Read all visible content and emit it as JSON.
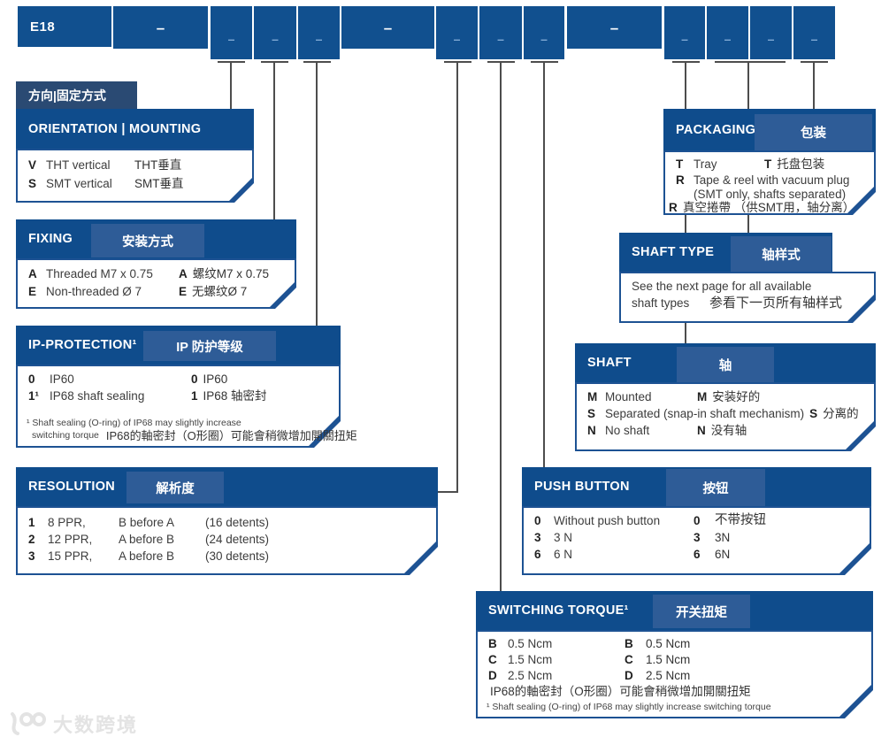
{
  "colors": {
    "header_blue": "#0f4c8c",
    "chip_blue": "#2e5c97",
    "tab_navy": "#2a4a73",
    "border_blue": "#1d5293",
    "slot_dash": "#7fa9d4",
    "line_gray": "#4d4d4d",
    "watermark_gray": "#e3e3e3"
  },
  "top_bar": {
    "prefix": "E18",
    "separator": "–",
    "slot": "–"
  },
  "boxes": {
    "orientation": {
      "tab": "方向|固定方式",
      "title": "ORIENTATION | MOUNTING",
      "rows": [
        {
          "code": "V",
          "en": "THT vertical",
          "cn": "THT垂直"
        },
        {
          "code": "S",
          "en": "SMT vertical",
          "cn": "SMT垂直"
        }
      ]
    },
    "fixing": {
      "title": "FIXING",
      "cn": "安装方式",
      "rows": [
        {
          "code": "A",
          "en": "Threaded M7 x 0.75",
          "code2": "A",
          "cn": "螺纹M7 x 0.75"
        },
        {
          "code": "E",
          "en": "Non-threaded Ø 7",
          "code2": "E",
          "cn": "无螺纹Ø 7"
        }
      ]
    },
    "ip": {
      "title": "IP-PROTECTION¹",
      "cn": "IP 防护等级",
      "rows": [
        {
          "code": "0",
          "en": "IP60",
          "code2": "0",
          "cn": "IP60"
        },
        {
          "code": "1¹",
          "en": "IP68 shaft sealing",
          "code2": "1",
          "cn": "IP68 轴密封"
        }
      ],
      "footnote_en_1": "¹ Shaft sealing (O-ring) of IP68 may slightly increase",
      "footnote_en_2": "switching torque",
      "footnote_cn": "IP68的軸密封（O形圈）可能會稍微增加開關扭矩"
    },
    "resolution": {
      "title": "RESOLUTION",
      "cn": "解析度",
      "rows": [
        {
          "code": "1",
          "ppr": "8 PPR,",
          "order": "B before A",
          "detents": "(16 detents)"
        },
        {
          "code": "2",
          "ppr": "12 PPR,",
          "order": "A before B",
          "detents": "(24 detents)"
        },
        {
          "code": "3",
          "ppr": "15 PPR,",
          "order": "A before B",
          "detents": "(30 detents)"
        }
      ]
    },
    "packaging": {
      "title": "PACKAGING",
      "cn": "包装",
      "row1": {
        "code": "T",
        "en": "Tray",
        "code2": "T",
        "cn": "托盘包装"
      },
      "row2": {
        "code": "R",
        "en": "Tape & reel with vacuum plug"
      },
      "row3": "(SMT only, shafts separated)",
      "row4": {
        "code": "R",
        "cn": "真空捲帶 （供SMT用，轴分离）"
      }
    },
    "shaft_type": {
      "title": "SHAFT TYPE",
      "cn": "轴样式",
      "body_en_1": "See the next page for all available",
      "body_en_2": "shaft types",
      "body_cn": "参看下一页所有轴样式"
    },
    "shaft": {
      "title": "SHAFT",
      "cn": "轴",
      "rows": [
        {
          "code": "M",
          "en": "Mounted",
          "code2": "M",
          "cn": "安装好的"
        },
        {
          "code": "S",
          "en": "Separated (snap-in shaft mechanism)",
          "code2": "S",
          "cn": "分离的"
        },
        {
          "code": "N",
          "en": "No shaft",
          "code2": "N",
          "cn": "没有轴"
        }
      ]
    },
    "push_button": {
      "title": "PUSH BUTTON",
      "cn": "按钮",
      "rows": [
        {
          "code": "0",
          "en": "Without push button",
          "code2": "0",
          "cn": "不带按钮"
        },
        {
          "code": "3",
          "en": "3 N",
          "code2": "3",
          "cn": "3N"
        },
        {
          "code": "6",
          "en": "6 N",
          "code2": "6",
          "cn": "6N"
        }
      ]
    },
    "torque": {
      "title": "SWITCHING TORQUE¹",
      "cn": "开关扭矩",
      "rows": [
        {
          "code": "B",
          "en": "0.5 Ncm",
          "code2": "B",
          "cn": "0.5 Ncm"
        },
        {
          "code": "C",
          "en": "1.5 Ncm",
          "code2": "C",
          "cn": "1.5 Ncm"
        },
        {
          "code": "D",
          "en": "2.5 Ncm",
          "code2": "D",
          "cn": "2.5 Ncm"
        }
      ],
      "footnote_cn": "IP68的軸密封（O形圈）可能會稍微增加開關扭矩",
      "footnote_en": "¹ Shaft sealing (O-ring) of IP68 may slightly increase switching torque"
    }
  },
  "watermark": {
    "text": "大数跨境"
  }
}
